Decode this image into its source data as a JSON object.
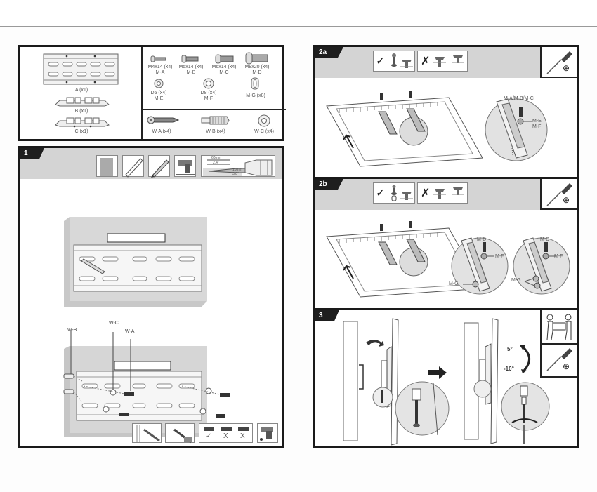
{
  "parts_box": {
    "brackets": [
      {
        "id": "A",
        "label": "A (x1)"
      },
      {
        "id": "B",
        "label": "B (x1)"
      },
      {
        "id": "C",
        "label": "C (x1)"
      }
    ],
    "monitor_hardware": [
      {
        "size": "M4x14 (x4)",
        "code": "M-A"
      },
      {
        "size": "M5x14 (x4)",
        "code": "M-B"
      },
      {
        "size": "M6x14 (x4)",
        "code": "M-C"
      },
      {
        "size": "M8x20 (x4)",
        "code": "M-D"
      },
      {
        "size": "D5 (x4)",
        "code": "M-E"
      },
      {
        "size": "D8 (x4)",
        "code": "M-F"
      },
      {
        "size": "",
        "code": "M-G (x8)"
      }
    ],
    "wall_hardware": [
      {
        "label": "W-A (x4)"
      },
      {
        "label": "W-B (x4)"
      },
      {
        "label": "W-C (x4)"
      }
    ]
  },
  "step1": {
    "number": "1",
    "drill_spec": {
      "depth_mm": "60mm",
      "depth_in": "2.4\"",
      "bit": "10mm",
      "bit_in": "3/8\""
    },
    "callouts": {
      "anchor": "W-B",
      "washer": "W-C",
      "screw": "W-A"
    },
    "tool_icons": [
      "wall-icon",
      "level-icon",
      "pencil-icon",
      "drill-icon",
      "drill-depth-icon"
    ],
    "bottom_icons": [
      "stud-finder-icon",
      "drill-step-icon",
      "anchor-check-icon",
      "drill-icon"
    ],
    "check_marks": [
      "✓",
      "X",
      "X"
    ]
  },
  "step2a": {
    "number": "2a",
    "correct": "✓",
    "wrong": "✗",
    "callouts": {
      "screws": "M-A/M-B/M-C",
      "washer_e": "M-E",
      "washer_f": "M-F"
    },
    "tool": "screwdriver-icon",
    "tool_mark": "⊕"
  },
  "step2b": {
    "number": "2b",
    "correct": "✓",
    "wrong": "✗",
    "callouts": {
      "screw_left": "M-D",
      "washer_left": "M-F",
      "spacer_left": "M-G",
      "screw_right": "M-D",
      "washer_right": "M-F",
      "spacer_right": "M-G"
    },
    "tool": "screwdriver-icon",
    "tool_mark": "⊕"
  },
  "step3": {
    "number": "3",
    "tilt_up": "5°",
    "tilt_down": "-10°",
    "tools": [
      "two-person-lift-icon",
      "screwdriver-icon"
    ],
    "tool_mark": "⊕"
  }
}
